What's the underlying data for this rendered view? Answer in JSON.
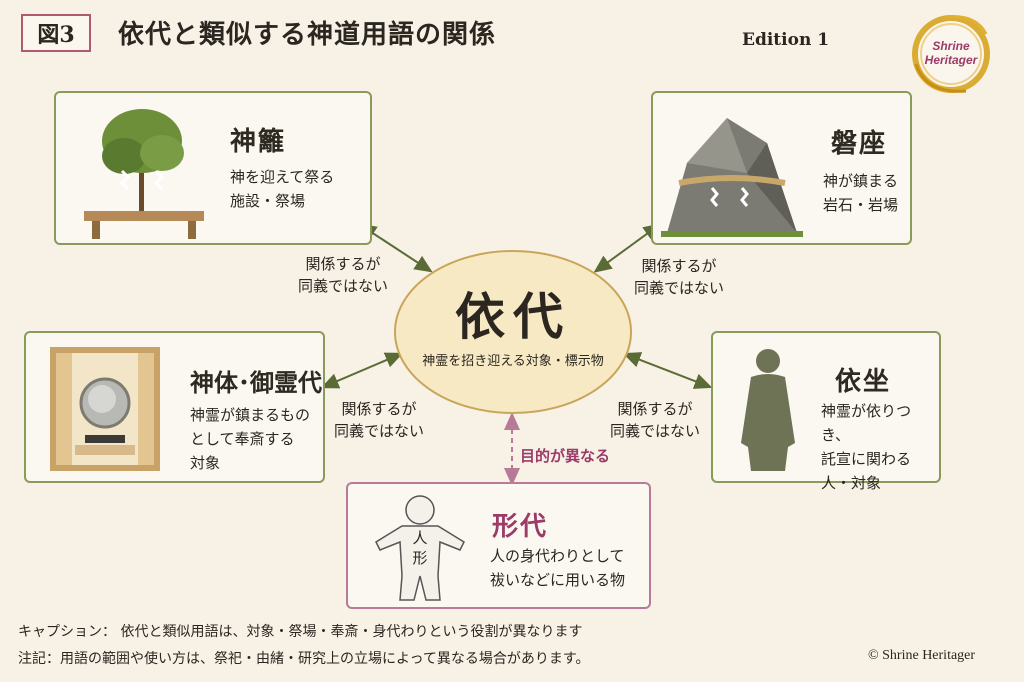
{
  "header": {
    "figure_label": "図3",
    "title": "依代と類似する神道用語の関係",
    "edition": "Edition 1",
    "logo_text_1": "Shrine",
    "logo_text_2": "Heritager"
  },
  "center": {
    "title": "依代",
    "subtitle": "神霊を招き迎える対象・標示物"
  },
  "cards": {
    "himorogi": {
      "term": "神籬",
      "desc_1": "神を迎えて祭る",
      "desc_2": "施設・祭場"
    },
    "iwakura": {
      "term": "磐座",
      "desc_1": "神が鎮まる",
      "desc_2": "岩石・岩場"
    },
    "shintai": {
      "term": "神体･御霊代",
      "desc_1": "神霊が鎮まるもの",
      "desc_2": "として奉斎する",
      "desc_3": "対象"
    },
    "yorimashi": {
      "term": "依坐",
      "desc_1": "神霊が依りつき、",
      "desc_2": "託宣に関わる",
      "desc_3": "人・対象"
    },
    "katashiro": {
      "term": "形代",
      "desc_1": "人の身代わりとして",
      "desc_2": "祓いなどに用いる物",
      "figure_text": "人\n形"
    }
  },
  "relations": {
    "same_1": "関係するが",
    "same_2": "同義ではない",
    "purpose": "目的が異なる"
  },
  "footer": {
    "caption": "キャプション： 依代と類似用語は、対象・祭場・奉斎・身代わりという役割が異なります",
    "note": "注記：用語の範囲や使い方は、祭祀・由緒・研究上の立場によって異なる場合があります。",
    "copyright": "© Shrine Heritager"
  },
  "colors": {
    "green_border": "#8a9a5b",
    "pink_border": "#b87a96",
    "accent_pink": "#9b3c68",
    "ellipse_fill": "#f6e9c4",
    "ellipse_stroke": "#c9a55a",
    "arrow_green": "#5b6b35",
    "logo_gold": "#d9a520"
  }
}
